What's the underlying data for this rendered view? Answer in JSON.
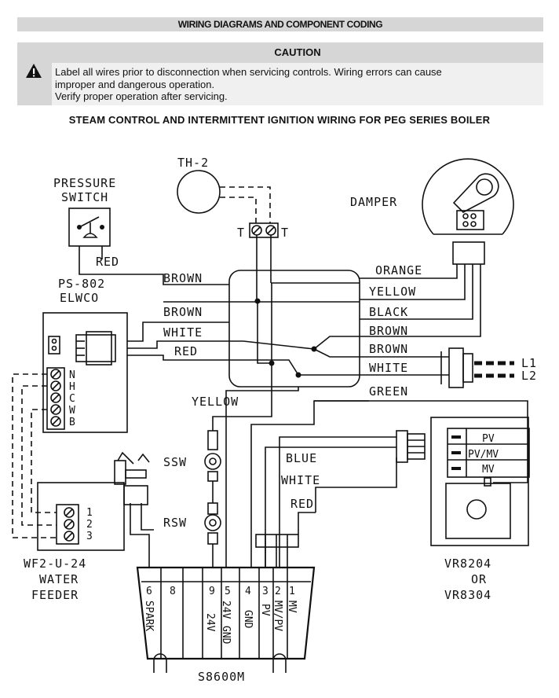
{
  "header": {
    "title": "WIRING DIAGRAMS AND COMPONENT CODING"
  },
  "caution": {
    "heading": "CAUTION",
    "line1": "Label all wires prior to disconnection when servicing controls.  Wiring errors can cause",
    "line2": "improper and dangerous operation.",
    "line3": "Verify proper operation after servicing."
  },
  "diagram": {
    "title": "STEAM CONTROL AND INTERMITTENT IGNITION WIRING FOR PEG SERIES BOILER",
    "labels": {
      "th2": "TH-2",
      "t_left": "T",
      "t_right": "T",
      "pressure": "PRESSURE",
      "switch": "SWITCH",
      "damper": "DAMPER",
      "red1": "RED",
      "ps802": "PS-802",
      "elwco": "ELWCO",
      "brown1": "BROWN",
      "brown2": "BROWN",
      "white1": "WHITE",
      "red2": "RED",
      "orange": "ORANGE",
      "yellow_r": "YELLOW",
      "black": "BLACK",
      "brown_r1": "BROWN",
      "brown_r2": "BROWN",
      "white_r": "WHITE",
      "green": "GREEN",
      "l1": "L1",
      "l2": "L2",
      "yellow_c": "YELLOW",
      "ssw": "SSW",
      "rsw": "RSW",
      "blue": "BLUE",
      "white_c": "WHITE",
      "red_c": "RED",
      "pv": "PV",
      "pvmv": "PV/MV",
      "mv": "MV",
      "vr1": "VR8204",
      "vr_or": "OR",
      "vr2": "VR8304",
      "wf1": "WF2-U-24",
      "wf2": "WATER",
      "wf3": "FEEDER",
      "s8600": "S8600M",
      "term_n": "N",
      "term_h": "H",
      "term_c": "C",
      "term_w": "W",
      "term_b": "B",
      "wf_1": "1",
      "wf_2": "2",
      "wf_3": "3",
      "pin6": "6",
      "pin8": "8",
      "pin9": "9",
      "pin5": "5",
      "pin4": "4",
      "pin3": "3",
      "pin2": "2",
      "pin1": "1",
      "spark": "SPARK",
      "v24a": "24V",
      "v24b": "24V",
      "gnd": "GND",
      "gnd2": "GND",
      "pv_pin": "PV",
      "mvpv": "MV/PV",
      "mv_pin": "MV"
    }
  }
}
